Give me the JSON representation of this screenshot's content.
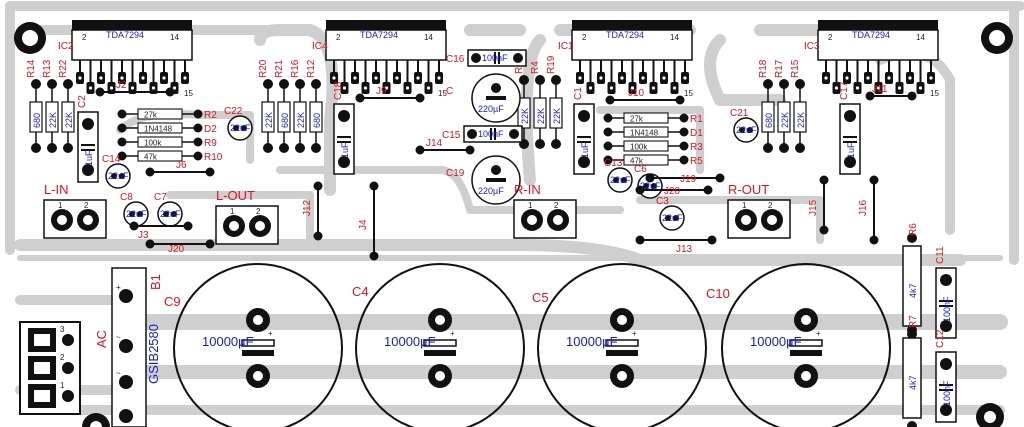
{
  "ics": [
    {
      "ref": "IC2",
      "part": "TDA7294",
      "pin_first": "2",
      "pin_last": "14",
      "pin_end": "15"
    },
    {
      "ref": "IC4",
      "part": "TDA7294",
      "pin_first": "2",
      "pin_last": "14",
      "pin_end": "15"
    },
    {
      "ref": "IC1",
      "part": "TDA7294",
      "pin_first": "2",
      "pin_last": "14",
      "pin_end": "15"
    },
    {
      "ref": "IC3",
      "part": "TDA7294",
      "pin_first": "2",
      "pin_last": "14",
      "pin_end": "15"
    }
  ],
  "resistors": [
    {
      "ref": "R14",
      "value": "680"
    },
    {
      "ref": "R13",
      "value": "22K"
    },
    {
      "ref": "R22",
      "value": "22K"
    },
    {
      "ref": "R20",
      "value": "22K"
    },
    {
      "ref": "R21",
      "value": "680"
    },
    {
      "ref": "R16",
      "value": "22K"
    },
    {
      "ref": "R12",
      "value": "680"
    },
    {
      "ref": "R11",
      "value": "22K"
    },
    {
      "ref": "R4",
      "value": "22K"
    },
    {
      "ref": "R19",
      "value": "22K"
    },
    {
      "ref": "R18",
      "value": "680"
    },
    {
      "ref": "R17",
      "value": "22K"
    },
    {
      "ref": "R15",
      "value": "22K"
    }
  ],
  "left_stack": [
    {
      "ref": "R2",
      "value": "27k"
    },
    {
      "ref": "D2",
      "value": "1N4148"
    },
    {
      "ref": "R9",
      "value": "100k"
    },
    {
      "ref": "R10",
      "value": "47k"
    }
  ],
  "right_stack": [
    {
      "ref": "R1",
      "value": "27k"
    },
    {
      "ref": "D1",
      "value": "1N4148"
    },
    {
      "ref": "R3",
      "value": "100k"
    },
    {
      "ref": "R5",
      "value": "47k"
    }
  ],
  "caps_small": [
    {
      "ref": "C2",
      "value": "1uF"
    },
    {
      "ref": "C18",
      "value": "1uF"
    },
    {
      "ref": "C1",
      "value": "1uF"
    },
    {
      "ref": "C17",
      "value": "1uF"
    },
    {
      "ref": "C16",
      "value": "100nF"
    },
    {
      "ref": "C15",
      "value": "100nF"
    },
    {
      "ref": "C11",
      "value": "100nF"
    },
    {
      "ref": "C12",
      "value": "100nF"
    }
  ],
  "caps_elec_small": [
    {
      "ref": "C22",
      "value": "22uF"
    },
    {
      "ref": "C14",
      "value": "22uF"
    },
    {
      "ref": "C8",
      "value": "22uF"
    },
    {
      "ref": "C7",
      "value": "22uF"
    },
    {
      "ref": "C21",
      "value": "22uF"
    },
    {
      "ref": "C13",
      "value": "22uF"
    },
    {
      "ref": "C6",
      "value": "22uF"
    },
    {
      "ref": "C3",
      "value": "22uF"
    }
  ],
  "caps_mid": [
    {
      "ref": "C",
      "value": "220µF"
    },
    {
      "ref": "C19",
      "value": "220µF"
    }
  ],
  "caps_big": [
    {
      "ref": "C9",
      "value": "10000µF"
    },
    {
      "ref": "C4",
      "value": "10000µF"
    },
    {
      "ref": "C5",
      "value": "10000µF"
    },
    {
      "ref": "C10",
      "value": "10000µF"
    }
  ],
  "power_res": [
    {
      "ref": "R6",
      "value": "4k7"
    },
    {
      "ref": "R7",
      "value": "4k7"
    }
  ],
  "connectors": [
    {
      "ref": "L-IN",
      "pin1": "1",
      "pin2": "2"
    },
    {
      "ref": "L-OUT",
      "pin1": "1",
      "pin2": "2"
    },
    {
      "ref": "R-IN",
      "pin1": "1",
      "pin2": "2"
    },
    {
      "ref": "R-OUT",
      "pin1": "1",
      "pin2": "2"
    }
  ],
  "ac_terminal": {
    "ref": "AC",
    "pins": [
      "3",
      "2",
      "1"
    ]
  },
  "bridge": {
    "ref": "B1",
    "part": "GSIB2580"
  },
  "jumpers": [
    "J2",
    "J6",
    "J3",
    "J20",
    "J9",
    "J14",
    "J12",
    "J4",
    "J10",
    "J19",
    "J20",
    "J13",
    "J15",
    "J16",
    "J11"
  ],
  "colors": {
    "copper": "#cfcfcf",
    "ref_text": "#e0141e",
    "value_text": "#1a1ad0",
    "pad": "#111111"
  }
}
